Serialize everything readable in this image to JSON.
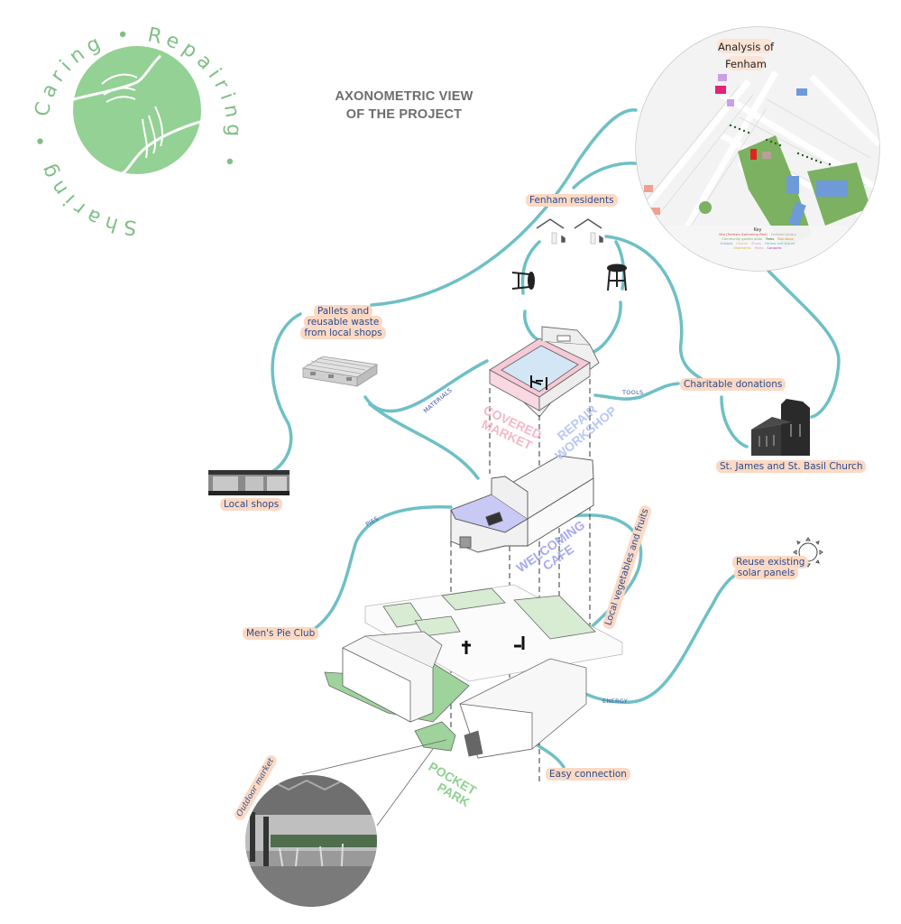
{
  "logo": {
    "ring_text_top": "Sharing",
    "ring_text_right": "Caring",
    "ring_text_bottom": "Repairing",
    "green": "#93d194",
    "ring_color": "#7fbf86"
  },
  "title": {
    "line1": "AXONOMETRIC VIEW",
    "line2": "OF THE PROJECT"
  },
  "map": {
    "title_line1": "Analysis of",
    "title_line2": "Fenham",
    "key_title": "Key",
    "key_row1": [
      "Site (Fenham Swimming Pool)",
      "Fenham Library",
      "Community garden plots",
      "Trees",
      "Bus stops"
    ],
    "key_row2": [
      "Schools",
      "Church",
      "Shops",
      "Fitness and leisure",
      "Allotments",
      "Parks",
      "Carparks"
    ]
  },
  "nodes": {
    "fenham_residents": "Fenham residents",
    "pallets_line1": "Pallets and",
    "pallets_line2": "reusable waste",
    "pallets_line3": "from local shops",
    "charitable_donations": "Charitable donations",
    "church": "St. James and St. Basil Church",
    "local_shops": "Local shops",
    "solar_line1": "Reuse existing",
    "solar_line2": "solar panels",
    "mens_pie_club": "Men's Pie Club",
    "easy_connection": "Easy connection",
    "local_veg": "Local vegetables and fruits",
    "outdoor_market": "Outdoor market"
  },
  "flows": {
    "materials": "MATERIALS",
    "tools": "TOOLS",
    "pies": "PIES",
    "energy": "ENERGY"
  },
  "zones": {
    "covered_market_line1": "COVERED",
    "covered_market_line2": "MARKET",
    "repair_workshop_line1": "REPAIR",
    "repair_workshop_line2": "WORKSHOP",
    "welcoming_cafe_line1": "WELCOMING",
    "welcoming_cafe_line2": "CAFE",
    "pocket_park_line1": "POCKET",
    "pocket_park_line2": "PARK"
  },
  "colors": {
    "connector": "#6ec0c5",
    "label_highlight": "#fbd9c4",
    "label_text": "#2d4a8a",
    "covered_market": "#f5b8c8",
    "repair_workshop": "#b9c8f5",
    "welcoming_cafe": "#a9aaf0",
    "pocket_park": "#8fd18f",
    "title_text": "#6d6d6d"
  }
}
